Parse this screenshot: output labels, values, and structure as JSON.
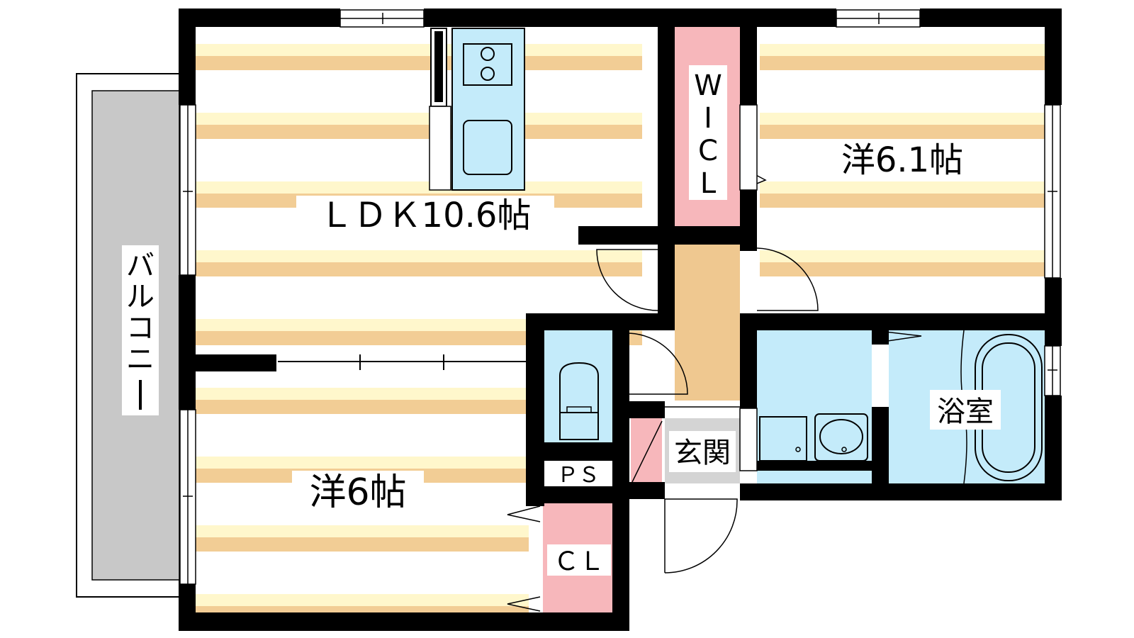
{
  "rooms": {
    "ldk": "ＬＤＫ10.6帖",
    "western_north": "洋6.1帖",
    "western_south": "洋6帖",
    "walk_in_closet": [
      "W",
      "I",
      "C",
      "L"
    ],
    "closet": "ＣＬ",
    "pipe_space": "ＰＳ",
    "entrance": "玄関",
    "bathroom": "浴室",
    "balcony": [
      "バ",
      "ル",
      "コ",
      "ニ",
      "ー"
    ]
  },
  "colors": {
    "wall": "#000000",
    "floor_stripe_light": "#fff7cc",
    "floor_stripe_dark": "#f2cd95",
    "water_area": "#c4ebfa",
    "closet": "#f7b7bb",
    "entrance_hall": "#efc890",
    "entrance_floor": "#d4d4d4",
    "balcony": "#c8c8c8"
  }
}
